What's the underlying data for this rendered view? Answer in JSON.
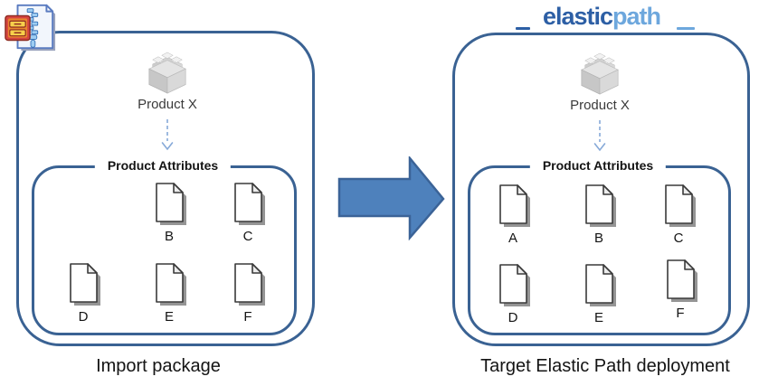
{
  "logo": {
    "elastic": "elastic",
    "path": "path"
  },
  "left": {
    "product": "Product X",
    "attributes_title": "Product Attributes",
    "rows": [
      [
        "B",
        "C"
      ],
      [
        "D",
        "E",
        "F"
      ]
    ],
    "caption": "Import package"
  },
  "right": {
    "product": "Product X",
    "attributes_title": "Product Attributes",
    "rows": [
      [
        "A",
        "B",
        "C"
      ],
      [
        "D",
        "E",
        "F"
      ]
    ],
    "caption": "Target Elastic Path deployment"
  },
  "icons": {
    "zip": "zip-archive-icon",
    "product": "lego-brick-icon",
    "attribute": "document-icon",
    "transform": "right-block-arrow-icon",
    "link": "down-dashed-arrow-icon"
  },
  "colors": {
    "box_border": "#3a6293",
    "arrow_fill": "#4e81bc",
    "arrow_border": "#3b6397",
    "logo_dark": "#2d5fa5",
    "logo_light": "#6da7dd",
    "dashed_connector": "#86a9d8"
  }
}
